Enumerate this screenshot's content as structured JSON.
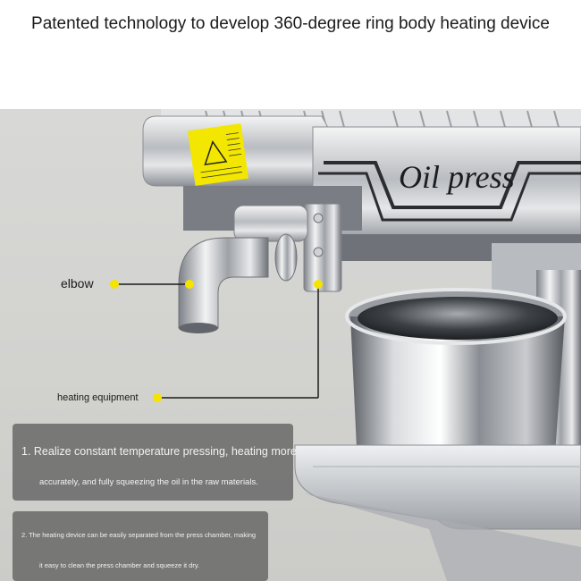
{
  "header": {
    "title": "Patented technology to develop 360-degree ring body heating device"
  },
  "product": {
    "brand_label": "Oil press"
  },
  "callouts": {
    "elbow": "elbow",
    "heating": "heating equipment",
    "dot_color": "#f5e400"
  },
  "features": {
    "item1_line1": "1. Realize constant temperature pressing, heating more",
    "item1_line2": "accurately, and fully squeezing the oil in the raw materials.",
    "item2_line1": "2. The heating device can be easily separated from the press chamber, making",
    "item2_line2": "it easy to clean the press chamber and squeeze it dry."
  }
}
